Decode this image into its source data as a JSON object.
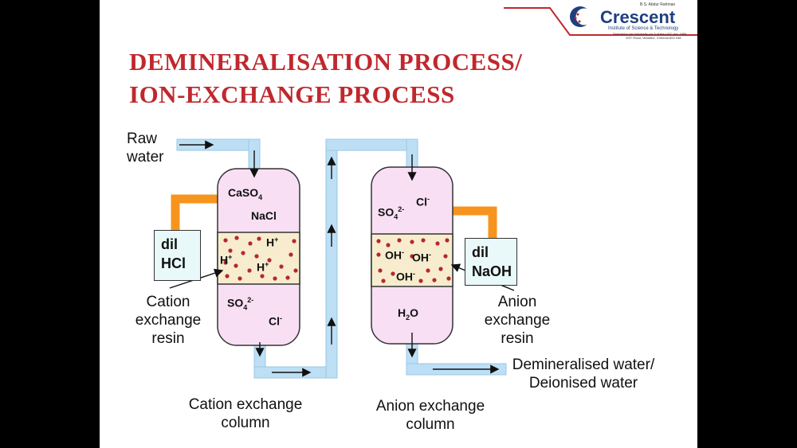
{
  "title": {
    "line1": "DEMINERALISATION PROCESS/",
    "line2": "ION-EXCHANGE PROCESS"
  },
  "logo": {
    "top_text": "B.S. Abdur Rahman",
    "name": "Crescent",
    "subtitle": "Institute of Science & Technology",
    "fine_print_1": "Deemed to be University u/s 3 of the UGC Act, 1956",
    "fine_print_2": "GST Road, Vandalur, Chennai-600 048"
  },
  "labels": {
    "raw_water_1": "Raw",
    "raw_water_2": "water",
    "reagent_left_1": "dil",
    "reagent_left_2": "HCl",
    "reagent_right_1": "dil",
    "reagent_right_2": "NaOH",
    "cation_resin_1": "Cation",
    "cation_resin_2": "exchange",
    "cation_resin_3": "resin",
    "anion_resin_1": "Anion",
    "anion_resin_2": "exchange",
    "anion_resin_3": "resin",
    "cation_column_1": "Cation exchange",
    "cation_column_2": "column",
    "anion_column_1": "Anion exchange",
    "anion_column_2": "column",
    "output_1": "Demineralised water/",
    "output_2": "Deionised water"
  },
  "chem": {
    "caso4": {
      "base": "CaSO",
      "sub": "4"
    },
    "nacl": "NaCl",
    "h_plus": {
      "base": "H",
      "sup": "+"
    },
    "so4_left": {
      "base": "SO",
      "sub": "4",
      "sup": "2-"
    },
    "cl_left": {
      "base": "Cl",
      "sup": "-"
    },
    "so4_right": {
      "base": "SO",
      "sub": "4",
      "sup": "2-"
    },
    "cl_right": {
      "base": "Cl",
      "sup": "-"
    },
    "oh_minus": {
      "base": "OH",
      "sup": "-"
    },
    "h2o": {
      "base": "H",
      "sub": "2",
      "tail": "O"
    }
  },
  "colors": {
    "title_red": "#c0282d",
    "pipe_blue": "#bcdff5",
    "column_pink": "#f8dff3",
    "resin_beige": "#f7edce",
    "bead_red": "#b8262f",
    "feed_orange": "#f7941d",
    "reagent_bg": "#e9f8f8",
    "logo_blue": "#1e3f80"
  }
}
